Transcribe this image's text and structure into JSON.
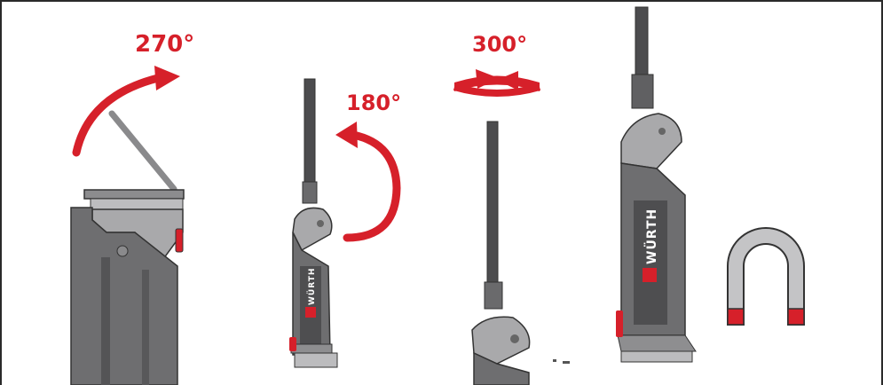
{
  "labels": {
    "angle_head": "270°",
    "angle_arm": "180°",
    "angle_rotate": "300°"
  },
  "brand": {
    "name": "WÜRTH"
  },
  "colors": {
    "accent_red": "#d6202a",
    "body_grey": "#6e6e70",
    "body_dark": "#4a4a4c",
    "joint_light": "#a9a9ab",
    "magnet_grey": "#c4c4c6",
    "frame": "#2a2a2a"
  },
  "icons": [
    "rotation-arrow-icon",
    "swivel-arrow-icon",
    "magnet-icon",
    "wurth-logo-icon"
  ]
}
